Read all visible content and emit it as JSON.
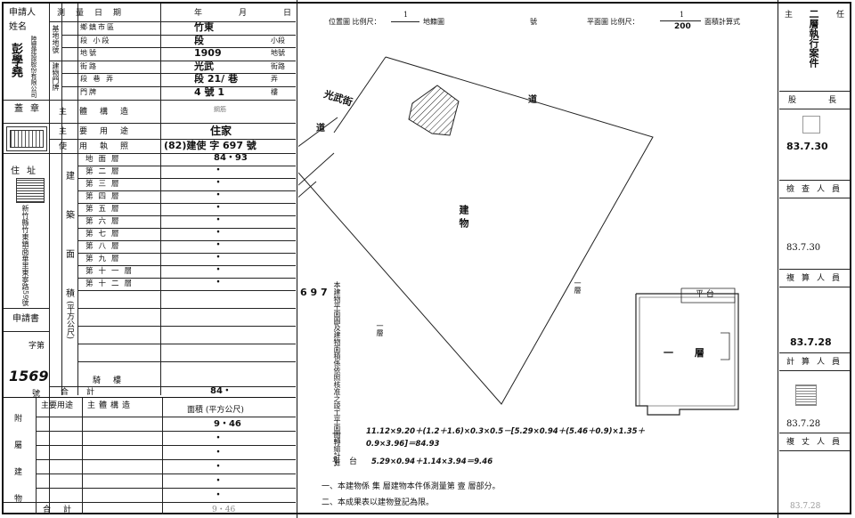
{
  "left": {
    "applicant_labels": [
      "申請人",
      "姓名"
    ],
    "applicant_company": "陸豐建設股份有限公司",
    "applicant_name": "彭學堯",
    "seal_label": "蓋章",
    "address_label": "住址",
    "address_text": "新竹縣竹東鎮商華里東寧路59號",
    "application_label": "申請書",
    "application_no_label": "字第",
    "application_no": "1569",
    "hao_label": "號",
    "survey_date_label": "測量日期",
    "survey_date_fields": [
      "年",
      "月",
      "日"
    ],
    "site_group_label": "基地地號",
    "site_rows": [
      {
        "label": "鄉鎮市區",
        "value": "竹東"
      },
      {
        "label": "段 小段",
        "value": "段",
        "suffix": "小段"
      },
      {
        "label": "地號",
        "value": "1909",
        "suffix": "地號"
      }
    ],
    "door_group_label": "建物門牌",
    "door_rows": [
      {
        "label": "街路",
        "value": "光武",
        "suffix": "街路"
      },
      {
        "label": "段 巷 弄",
        "value": "段 21/ 巷",
        "suffix": "弄"
      },
      {
        "label": "門牌",
        "value": "4 號 1",
        "suffix": "樓"
      }
    ],
    "structure_label": "主體構造",
    "structure_value": "鋼筋",
    "use_label": "主要用途",
    "use_value": "住家",
    "license_label": "使用執照",
    "license_value": "(82)建使 字 697 號",
    "area_group_labels": [
      "建",
      "築",
      "面",
      "積",
      "(平方公尺)"
    ],
    "floors": [
      {
        "label": "地面層",
        "value": "84・93"
      },
      {
        "label": "第二層",
        "value": "・"
      },
      {
        "label": "第三層",
        "value": "・"
      },
      {
        "label": "第四層",
        "value": "・"
      },
      {
        "label": "第五層",
        "value": "・"
      },
      {
        "label": "第六層",
        "value": "・"
      },
      {
        "label": "第七層",
        "value": "・"
      },
      {
        "label": "第八層",
        "value": "・"
      },
      {
        "label": "第九層",
        "value": "・"
      },
      {
        "label": "第十一層",
        "value": "・"
      },
      {
        "label": "第十二層",
        "value": "・"
      }
    ],
    "balcony_label": "騎樓",
    "total_label": "合計",
    "total_value": "84・",
    "annex_group_labels": [
      "附",
      "屬",
      "建",
      "物"
    ],
    "annex_headers": [
      "主要用途",
      "主體構造",
      "面積 (平方公尺)"
    ],
    "annex_rows": [
      {
        "value": "9・46"
      },
      {
        "value": "・"
      },
      {
        "value": "・"
      },
      {
        "value": "・"
      },
      {
        "value": "・"
      },
      {
        "value": "・"
      }
    ],
    "annex_total_label": "合計",
    "annex_total_value": "9・46"
  },
  "center": {
    "header_location": "位置圖 比例尺：",
    "header_scale1": "1",
    "header_landmap": "地籍圖",
    "header_number": "號",
    "header_plan": "平面圖 比例尺：",
    "header_scale2_num": "1",
    "header_scale2_den": "200",
    "header_calc": "面積計算式",
    "street_label": "光武街",
    "road_right": "道",
    "road_left": "道",
    "building_label": "建 物",
    "side_label_left": "一層",
    "side_label_right": "一層",
    "license_no": "6 9 7",
    "note_vertical": "本建物平面圖及建物面積係依照核准之竣工平面圖轉繪計算",
    "plan_label": "一 層",
    "balcony_label": "平 台",
    "formula1_label": "一",
    "formula1": "11.12×9.20＋(1.2＋1.6)×0.3×0.5－[5.29×0.94＋(5.46＋0.9)×1.35＋0.9×3.96]＝84.93",
    "formula2_label": "平台",
    "formula2": "5.29×0.94＋1.14×3.94＝9.46",
    "note1": "一、本建物係 集 層建物本件係測量第 壹 層部分。",
    "note2": "二、本成果表以建物登記為限。"
  },
  "right": {
    "top_label": "主",
    "top_label2": "任",
    "approval_text": "二層執行案件",
    "chief_label": "股長",
    "chief_date": "83.7.30",
    "checker_label": "檢查人員",
    "checker_date": "83.7.30",
    "reviewer_label": "複算人員",
    "reviewer_date": "83.7.28",
    "calculator_label": "計算人員",
    "calculator_date": "83.7.28",
    "surveyor_label": "複丈人員",
    "surveyor_date": "83.7.28"
  }
}
